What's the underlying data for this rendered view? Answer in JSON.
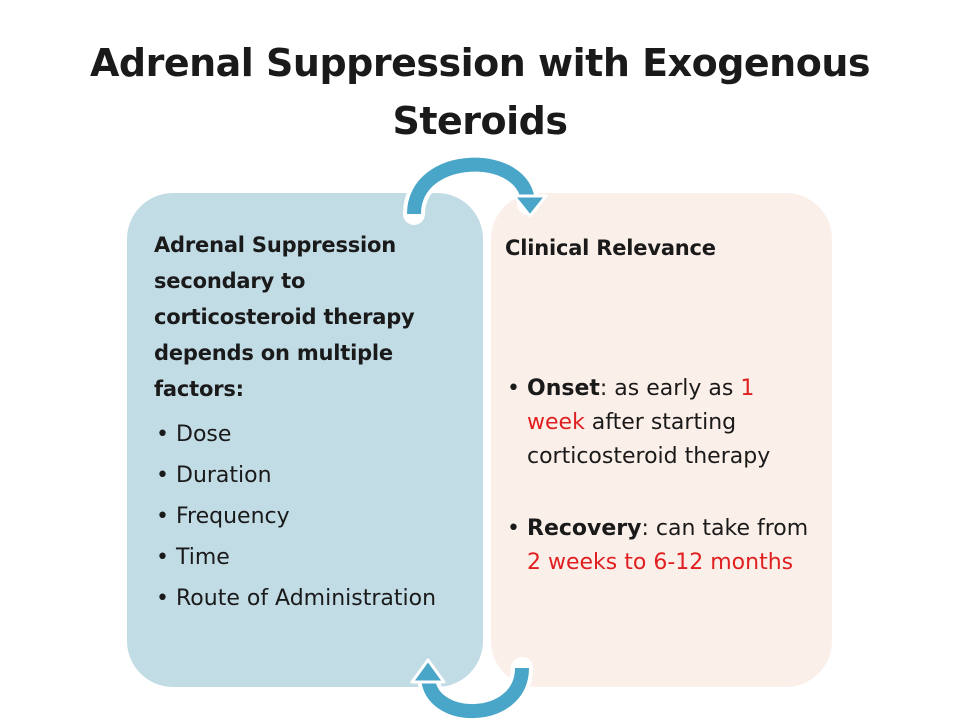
{
  "title": "Adrenal Suppression with Exogenous Steroids",
  "left_panel": {
    "heading": "Adrenal Suppression secondary to corticosteroid therapy depends on multiple factors:",
    "factors": [
      "Dose",
      "Duration",
      "Frequency",
      "Time",
      "Route of Administration"
    ]
  },
  "right_panel": {
    "heading": "Clinical Relevance",
    "onset": {
      "label": "Onset",
      "text_before": ": as early as ",
      "highlight": "1 week",
      "text_after": " after starting corticosteroid therapy"
    },
    "recovery": {
      "label": "Recovery",
      "text_before": ": can take from ",
      "highlight": "2 weeks to 6-12 months",
      "text_after": ""
    }
  },
  "colors": {
    "left_panel": "#c2dce6",
    "right_panel": "#fbefea",
    "arrow": "#4aa6c8",
    "highlight": "#e02020"
  }
}
